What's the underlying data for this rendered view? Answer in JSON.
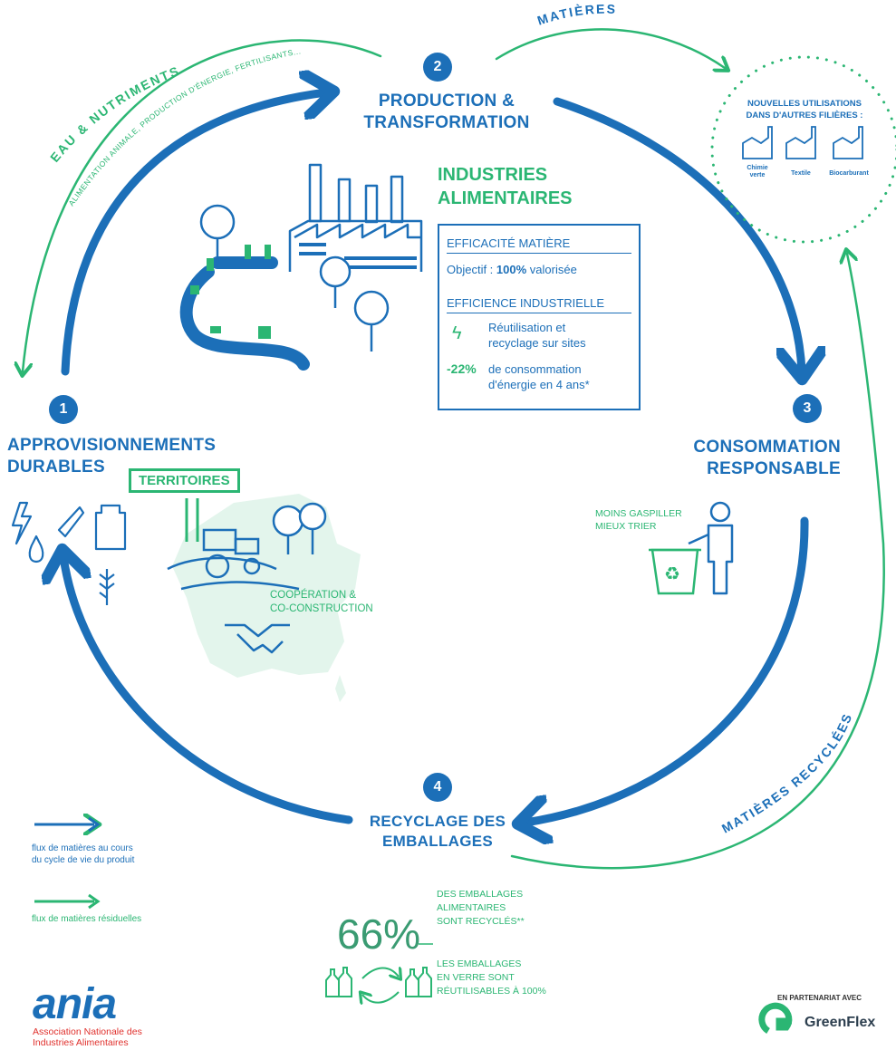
{
  "flow_labels": {
    "eau_title": "EAU & NUTRIMENTS",
    "eau_sub": "ALIMENTATION ANIMALE, PRODUCTION D'ÉNERGIE, FERTILISANTS...",
    "matieres": "MATIÈRES",
    "matieres_recyclees": "MATIÈRES RECYCLÉES"
  },
  "stages": [
    {
      "number": "1",
      "title_line1": "APPROVISIONNEMENTS",
      "title_line2": "DURABLES"
    },
    {
      "number": "2",
      "title_line1": "PRODUCTION &",
      "title_line2": "TRANSFORMATION"
    },
    {
      "number": "3",
      "title_line1": "CONSOMMATION",
      "title_line2": "RESPONSABLE"
    },
    {
      "number": "4",
      "title_line1": "RECYCLAGE DES",
      "title_line2": "EMBALLAGES"
    }
  ],
  "industries": {
    "title_line1": "INDUSTRIES",
    "title_line2": "ALIMENTAIRES",
    "efficacite_title": "EFFICACITÉ MATIÈRE",
    "objectif_prefix": "Objectif : ",
    "objectif_value": "100%",
    "objectif_suffix": " valorisée",
    "efficience_title": "EFFICIENCE INDUSTRIELLE",
    "reuse_line1": "Réutilisation et",
    "reuse_line2": "recyclage sur sites",
    "energy_value": "-22%",
    "energy_line1": "de consommation",
    "energy_line2": "d'énergie en 4 ans*"
  },
  "nouvelles": {
    "title_line1": "NOUVELLES UTILISATIONS",
    "title_line2": "DANS D'AUTRES FILIÈRES :",
    "items": [
      "Chimie verte",
      "Textile",
      "Biocarburant"
    ]
  },
  "territoires": {
    "sign": "TERRITOIRES",
    "coop_line1": "COOPÉRATION &",
    "coop_line2": "CO-CONSTRUCTION"
  },
  "consommation": {
    "line1": "MOINS GASPILLER",
    "line2": "MIEUX TRIER"
  },
  "recyclage": {
    "percent": "66%",
    "pct_line1": "DES EMBALLAGES",
    "pct_line2": "ALIMENTAIRES",
    "pct_line3": "SONT RECYCLÉS**",
    "verre_line1": "LES EMBALLAGES",
    "verre_line2": "EN VERRE SONT",
    "verre_line3": "RÉUTILISABLES À 100%"
  },
  "legend": {
    "blue_line1": "flux de matières au cours",
    "blue_line2": "du cycle de vie du produit",
    "green_line1": "flux de matières résiduelles"
  },
  "logo": {
    "name": "ania",
    "sub_line1": "Association Nationale des",
    "sub_line2": "Industries Alimentaires"
  },
  "partner": {
    "label": "EN PARTENARIAT AVEC",
    "name": "GreenFlex"
  },
  "colors": {
    "blue": "#1c6fb8",
    "green": "#2bb673",
    "light_green": "#e3f5ec",
    "ania_red": "#e0312d"
  }
}
